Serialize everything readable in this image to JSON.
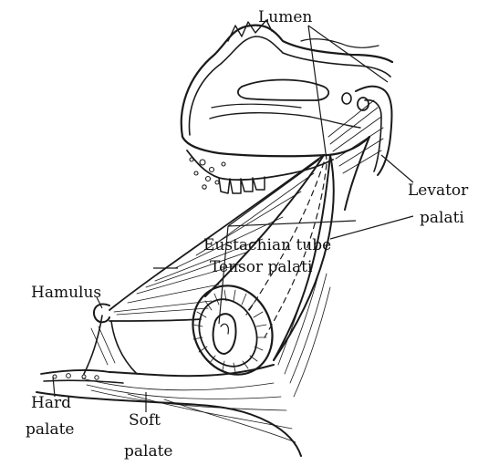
{
  "labels": {
    "lumen": "Lumen",
    "levator_1": "Levator",
    "levator_2": "palati",
    "eustachian_tube": "Eustachian tube",
    "tensor_palati": "Tensor palati",
    "hamulus": "Hamulus",
    "hard_palate_1": "Hard",
    "hard_palate_2": "palate",
    "soft_palate_1": "Soft",
    "soft_palate_2": "palate"
  },
  "colors": {
    "ink": "#1a1a1a",
    "background": "#ffffff"
  }
}
